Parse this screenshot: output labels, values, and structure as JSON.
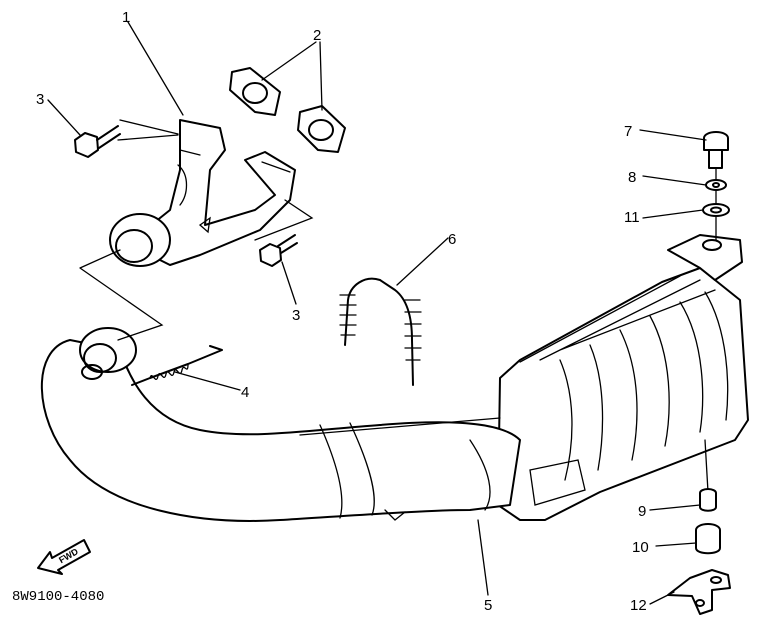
{
  "diagram": {
    "part_code": "8W9100-4080",
    "fwd_label": "FWD",
    "callouts": [
      {
        "id": "1",
        "label": "1"
      },
      {
        "id": "2",
        "label": "2"
      },
      {
        "id": "3a",
        "label": "3"
      },
      {
        "id": "3b",
        "label": "3"
      },
      {
        "id": "4",
        "label": "4"
      },
      {
        "id": "5",
        "label": "5"
      },
      {
        "id": "6",
        "label": "6"
      },
      {
        "id": "7",
        "label": "7"
      },
      {
        "id": "8",
        "label": "8"
      },
      {
        "id": "9",
        "label": "9"
      },
      {
        "id": "10",
        "label": "10"
      },
      {
        "id": "11",
        "label": "11"
      },
      {
        "id": "12",
        "label": "12"
      }
    ]
  }
}
